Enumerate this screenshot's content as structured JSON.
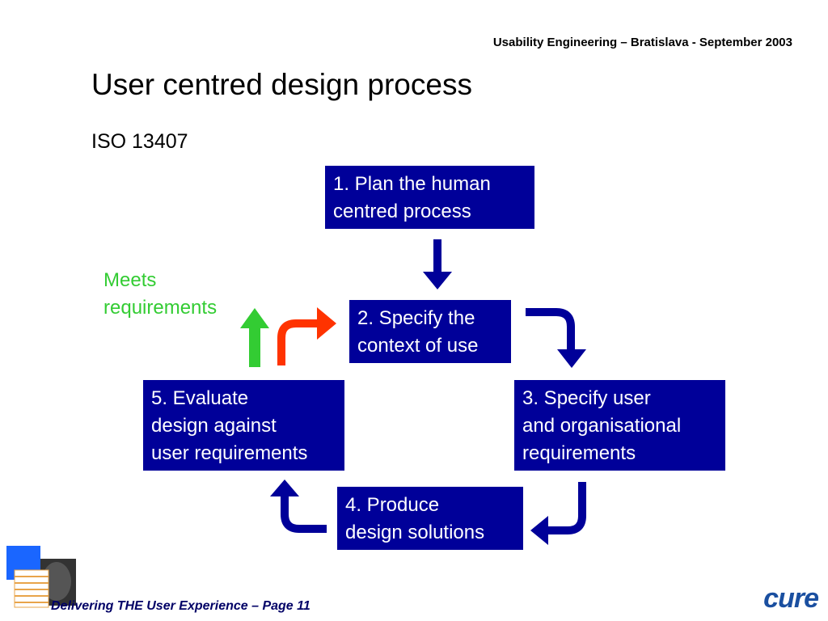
{
  "header": {
    "text": "Usability Engineering – Bratislava - September 2003"
  },
  "title": "User centred design process",
  "subtitle": "ISO 13407",
  "steps": [
    {
      "lines": [
        "1. Plan the human",
        "centred process"
      ]
    },
    {
      "lines": [
        "2. Specify the",
        "context of use"
      ]
    },
    {
      "lines": [
        "3. Specify user",
        "and organisational",
        "requirements"
      ]
    },
    {
      "lines": [
        "4. Produce",
        "design solutions"
      ]
    },
    {
      "lines": [
        "5. Evaluate",
        "design against",
        "user requirements"
      ]
    }
  ],
  "meets_requirements": {
    "lines": [
      "Meets",
      "requirements"
    ]
  },
  "footer": {
    "text": "Delivering THE User Experience – Page 11"
  },
  "logo": {
    "text": "cure"
  },
  "colors": {
    "box": "#000099",
    "arrow": "#000099",
    "meets_arrow": "#33cc33",
    "iterate_arrow": "#ff3300",
    "footer": "#000066"
  }
}
